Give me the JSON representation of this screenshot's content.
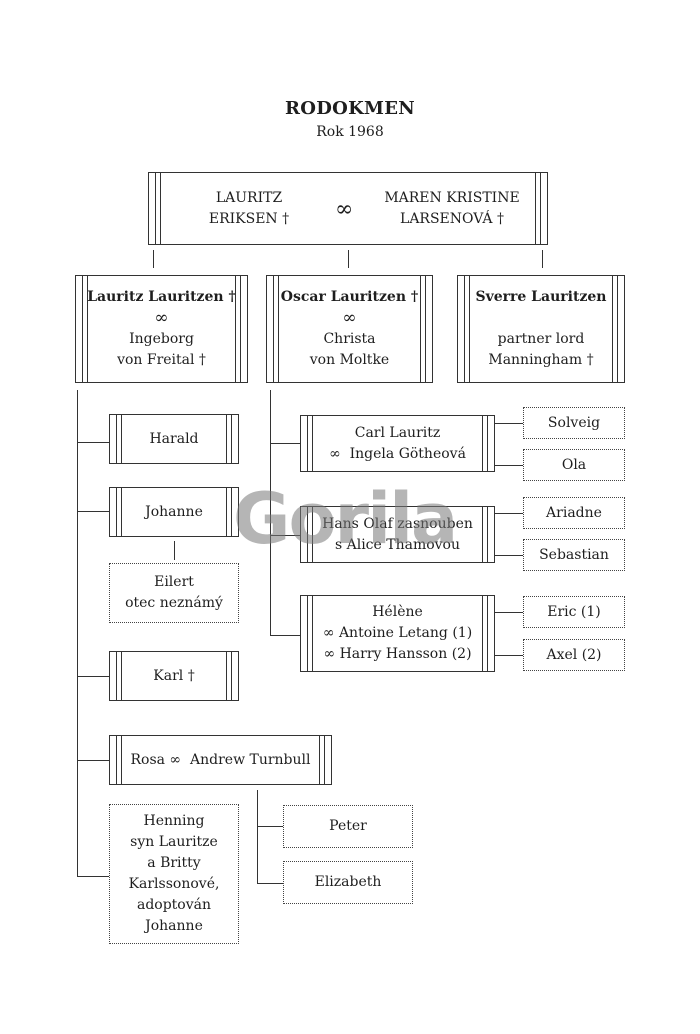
{
  "header": {
    "title": "RODOKMEN",
    "subtitle": "Rok 1968"
  },
  "root": {
    "left_line1": "LAURITZ",
    "left_line2": "ERIKSEN †",
    "symbol": "∞",
    "right_line1": "MAREN KRISTINE",
    "right_line2": "LARSENOVÁ †"
  },
  "gen1": [
    {
      "name": "Lauritz Lauritzen †",
      "sym": "∞",
      "partner1": "Ingeborg",
      "partner2": "von Freital †"
    },
    {
      "name": "Oscar Lauritzen †",
      "sym": "∞",
      "partner1": "Christa",
      "partner2": "von Moltke"
    },
    {
      "name": "Sverre Lauritzen",
      "partner1": "partner lord",
      "partner2": "Manningham †"
    }
  ],
  "lauritz_children": {
    "harald": "Harald",
    "johanne": "Johanne",
    "eilert1": "Eilert",
    "eilert2": "otec neznámý",
    "karl": "Karl †",
    "rosa": "Rosa ∞  Andrew Turnbull",
    "henning": [
      "Henning",
      "syn Lauritze",
      "a Britty",
      "Karlssonové,",
      "adoptován",
      "Johanne"
    ]
  },
  "rosa_children": {
    "peter": "Peter",
    "elizabeth": "Elizabeth"
  },
  "oscar_children": {
    "carl1": "Carl Lauritz",
    "carl2": "∞  Ingela Götheová",
    "hans1": "Hans Olaf zasnouben",
    "hans2": "s Alice Thamovou",
    "helene1": "Hélène",
    "helene2": "∞ Antoine Letang (1)",
    "helene3": "∞ Harry Hansson (2)"
  },
  "grandchildren": {
    "solveig": "Solveig",
    "ola": "Ola",
    "ariadne": "Ariadne",
    "sebastian": "Sebastian",
    "eric": "Eric (1)",
    "axel": "Axel (2)"
  },
  "watermark": "Gorila"
}
